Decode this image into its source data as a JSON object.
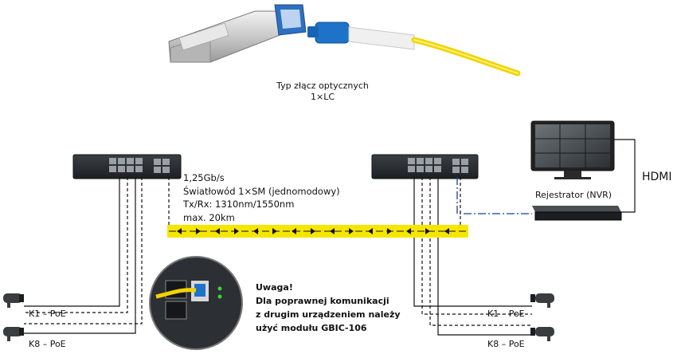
{
  "connector": {
    "caption_line1": "Typ złącz optycznych",
    "caption_line2": "1×LC"
  },
  "link_spec": {
    "line1": "1,25Gb/s",
    "line2": "Światłowód 1×SM (jednomodowy)",
    "line3": "Tx/Rx: 1310nm/1550nm",
    "line4": "max. 20km"
  },
  "recorder": {
    "label": "Rejestrator (NVR)",
    "hdmi_label": "HDMI"
  },
  "cameras": {
    "left_top": "K1 – PoE",
    "left_bottom": "K8 – PoE",
    "right_top": "K1 – PoE",
    "right_bottom": "K8 – PoE"
  },
  "note": {
    "line1": "Uwaga!",
    "line2": "Dla poprawnej komunikacji",
    "line3": "z drugim urządzeniem należy",
    "line4": "użyć modułu GBIC-106"
  },
  "colors": {
    "fiber_yellow": "#f5e600",
    "data_blue": "#1a3d9e",
    "lc_blue": "#1e73c8",
    "switch_body": "#2b2f33"
  }
}
